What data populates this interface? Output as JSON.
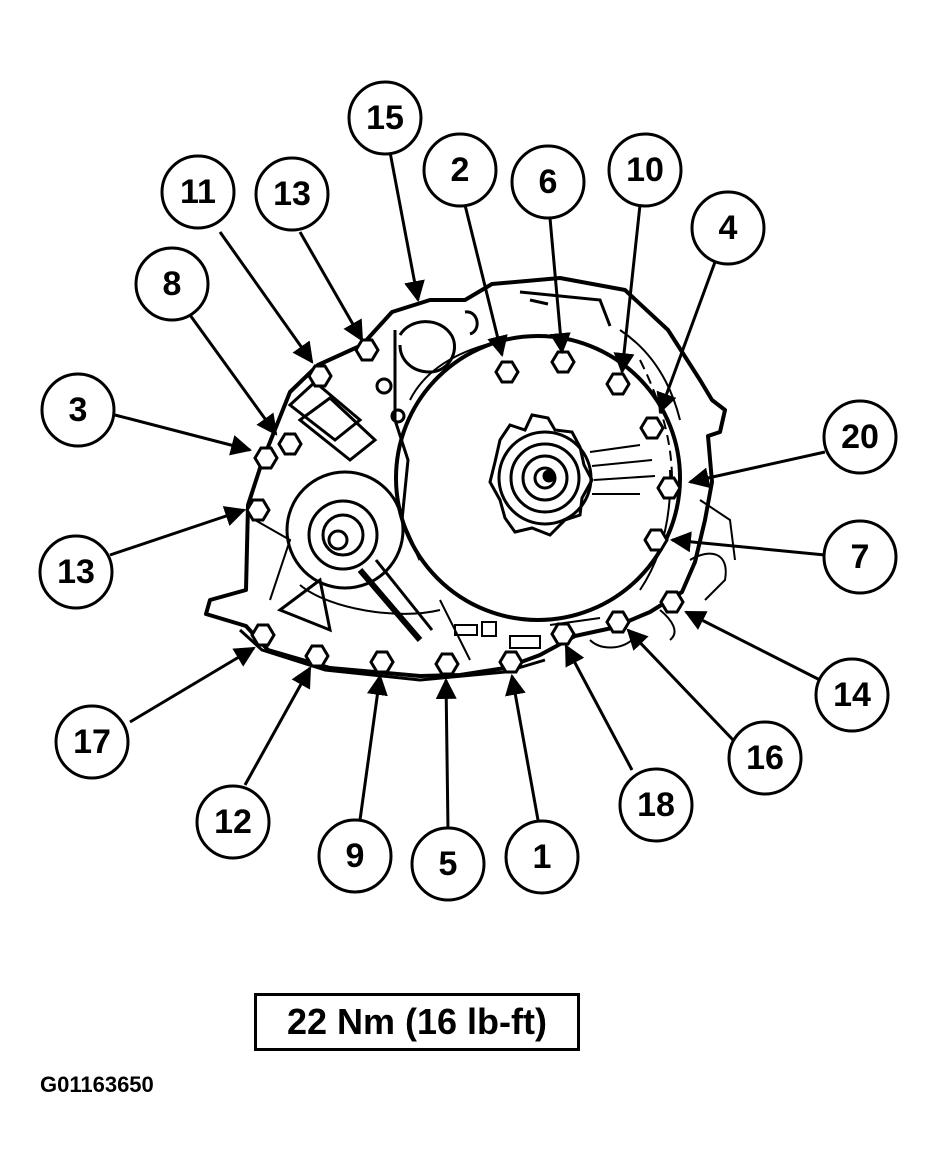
{
  "callouts": [
    "15",
    "2",
    "6",
    "10",
    "11",
    "13",
    "4",
    "8",
    "3",
    "20",
    "13",
    "7",
    "14",
    "17",
    "16",
    "18",
    "12",
    "9",
    "5",
    "1"
  ],
  "torque_spec": "22 Nm (16 lb-ft)",
  "figure_id": "G01163650"
}
